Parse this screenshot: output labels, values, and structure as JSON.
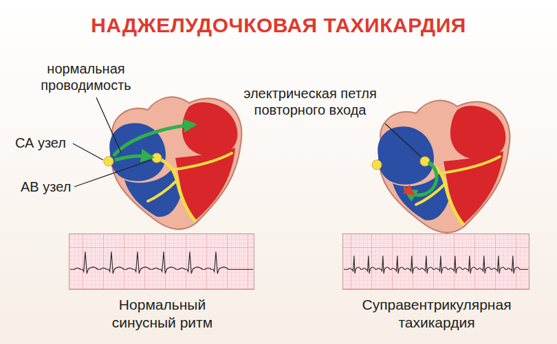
{
  "diagram": {
    "title": "НАДЖЕЛУДОЧКОВАЯ ТАХИКАРДИЯ",
    "nodes": [
      {
        "text": [
          "Нормальный синусный ритм"
        ]
      },
      {
        "text": [
          "Суправентрикулярная тахикардия"
        ]
      }
    ],
    "labels": [
      "нормальная проводимость",
      "СА узел",
      "АВ узел",
      "электрическая петля повторного входа"
    ]
  }
}
